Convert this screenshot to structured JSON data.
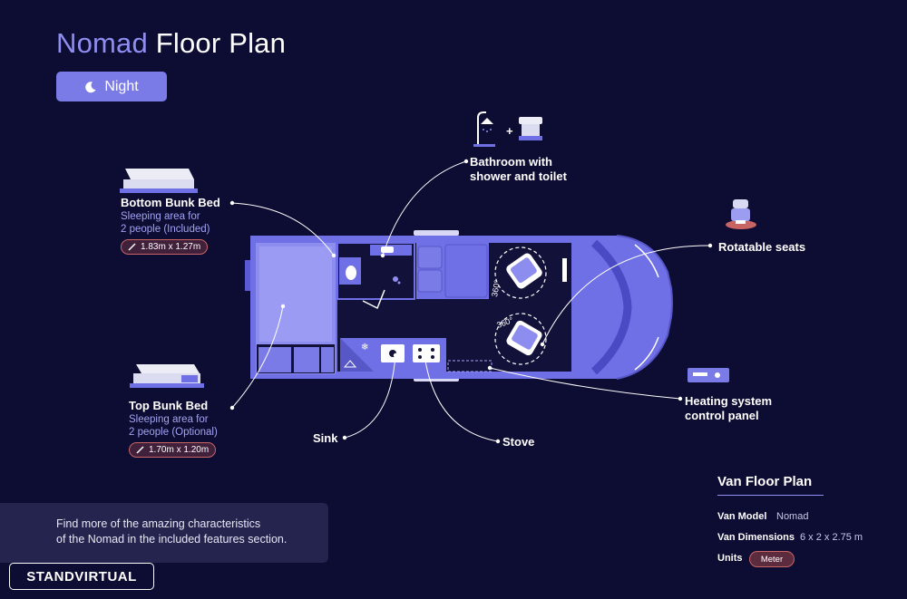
{
  "header": {
    "title_brand": "Nomad",
    "title_rest": "Floor Plan",
    "mode_button": "Night"
  },
  "features": {
    "bottom_bunk": {
      "title": "Bottom Bunk Bed",
      "sub1": "Sleeping area for",
      "sub2": "2 people (Included)",
      "dims": "1.83m x 1.27m"
    },
    "top_bunk": {
      "title": "Top Bunk Bed",
      "sub1": "Sleeping area for",
      "sub2": "2 people (Optional)",
      "dims": "1.70m x 1.20m"
    },
    "bathroom": {
      "line1": "Bathroom with",
      "line2": "shower and toilet",
      "plus": "+"
    },
    "rotatable_seats": {
      "title": "Rotatable seats"
    },
    "heating": {
      "line1": "Heating system",
      "line2": "control panel"
    },
    "sink": {
      "title": "Sink"
    },
    "stove": {
      "title": "Stove"
    },
    "rotation_label": "360°"
  },
  "info_box": {
    "line1": "Find more of the amazing characteristics",
    "line2": "of the Nomad in the included features section."
  },
  "specs": {
    "title": "Van Floor Plan",
    "model_label": "Van Model",
    "model_value": "Nomad",
    "dims_label": "Van Dimensions",
    "dims_value": "6 x 2 x 2.75 m",
    "units_label": "Units",
    "units_value": "Meter"
  },
  "watermark": "STANDVIRTUAL",
  "colors": {
    "background": "#0d0c33",
    "accent": "#7b7be8",
    "van_body": "#6f6fe6",
    "van_interior": "#12113a",
    "badge_border": "#c86464"
  },
  "icons": [
    "moon-icon",
    "shower-icon",
    "toilet-icon",
    "ruler-icon",
    "seat-icon",
    "control-panel-icon",
    "snowflake-icon",
    "hanger-icon",
    "sink-icon",
    "stove-icon"
  ]
}
